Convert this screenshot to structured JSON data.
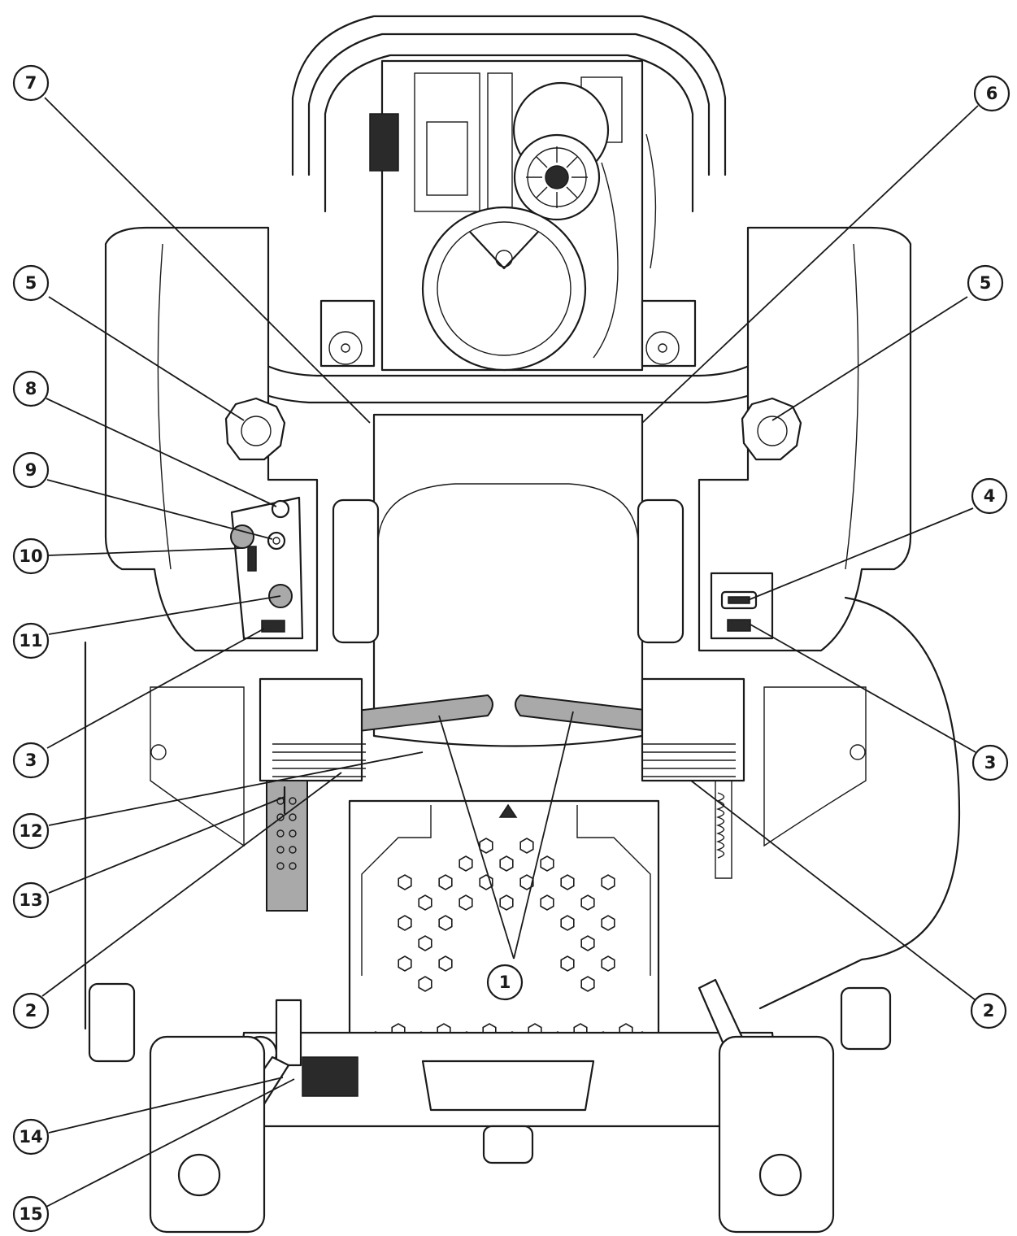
{
  "callouts": [
    {
      "id": "c1",
      "label": "1"
    },
    {
      "id": "c2a",
      "label": "2"
    },
    {
      "id": "c2b",
      "label": "2"
    },
    {
      "id": "c3a",
      "label": "3"
    },
    {
      "id": "c3b",
      "label": "3"
    },
    {
      "id": "c4",
      "label": "4"
    },
    {
      "id": "c5a",
      "label": "5"
    },
    {
      "id": "c5b",
      "label": "5"
    },
    {
      "id": "c6",
      "label": "6"
    },
    {
      "id": "c7",
      "label": "7"
    },
    {
      "id": "c8",
      "label": "8"
    },
    {
      "id": "c9",
      "label": "9"
    },
    {
      "id": "c10",
      "label": "10"
    },
    {
      "id": "c11",
      "label": "11"
    },
    {
      "id": "c12",
      "label": "12"
    },
    {
      "id": "c13",
      "label": "13"
    },
    {
      "id": "c14",
      "label": "14"
    },
    {
      "id": "c15",
      "label": "15"
    }
  ]
}
